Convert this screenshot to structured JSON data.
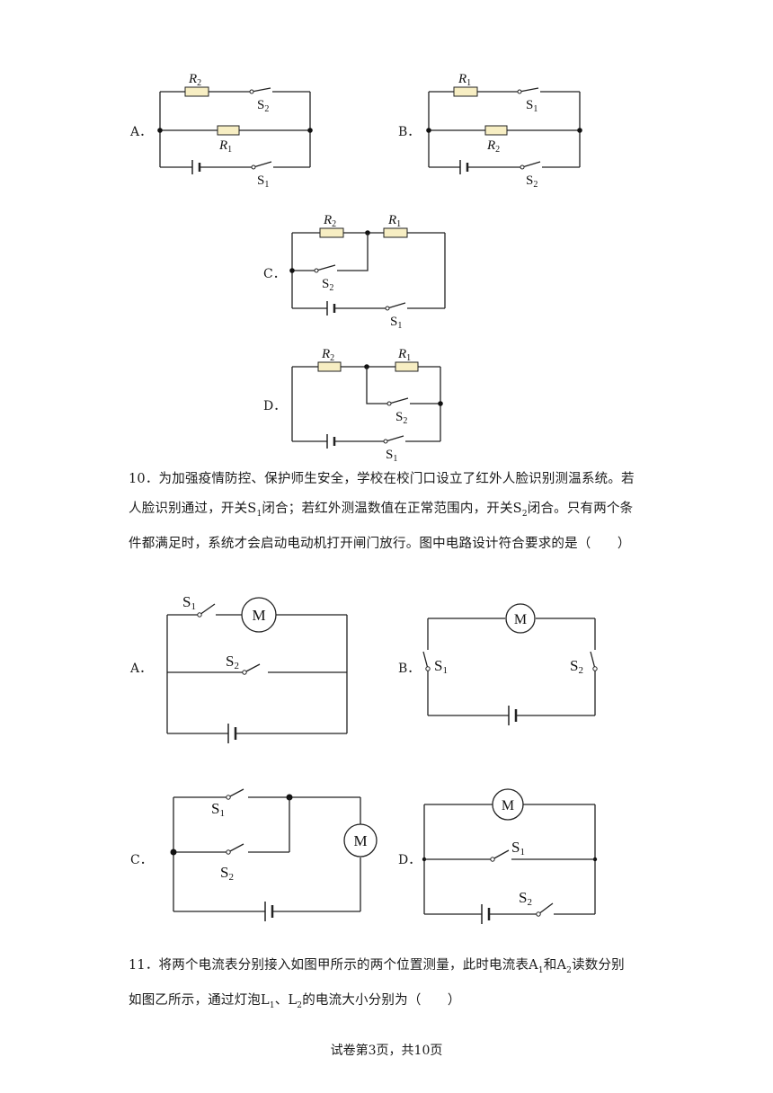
{
  "q9_options": {
    "A": {
      "label": "A．",
      "r_top": "R",
      "r_top_sub": "2",
      "r_mid": "R",
      "r_mid_sub": "1",
      "s_top": "S",
      "s_top_sub": "2",
      "s_bot": "S",
      "s_bot_sub": "1"
    },
    "B": {
      "label": "B．",
      "r_top": "R",
      "r_top_sub": "1",
      "r_mid": "R",
      "r_mid_sub": "2",
      "s_top": "S",
      "s_top_sub": "1",
      "s_bot": "S",
      "s_bot_sub": "2"
    },
    "C": {
      "label": "C．",
      "r_left": "R",
      "r_left_sub": "2",
      "r_right": "R",
      "r_right_sub": "1",
      "s_mid": "S",
      "s_mid_sub": "2",
      "s_bot": "S",
      "s_bot_sub": "1"
    },
    "D": {
      "label": "D．",
      "r_left": "R",
      "r_left_sub": "2",
      "r_right": "R",
      "r_right_sub": "1",
      "s_mid": "S",
      "s_mid_sub": "2",
      "s_bot": "S",
      "s_bot_sub": "1"
    }
  },
  "q10": {
    "line1": "10．为加强疫情防控、保护师生安全，学校在校门口设立了红外人脸识别测温系统。若",
    "line2_a": "人脸识别通过，开关S",
    "line2_sub1": "1",
    "line2_b": "闭合；若红外测温数值在正常范围内，开关S",
    "line2_sub2": "2",
    "line2_c": "闭合。只有两个条",
    "line3": "件都满足时，系统才会启动电动机打开闸门放行。图中电路设计符合要求的是（　　）",
    "options": {
      "A": {
        "label": "A．",
        "motor": "M",
        "s1": "S",
        "s1_sub": "1",
        "s2": "S",
        "s2_sub": "2"
      },
      "B": {
        "label": "B．",
        "motor": "M",
        "s1": "S",
        "s1_sub": "1",
        "s2": "S",
        "s2_sub": "2"
      },
      "C": {
        "label": "C．",
        "motor": "M",
        "s1": "S",
        "s1_sub": "1",
        "s2": "S",
        "s2_sub": "2"
      },
      "D": {
        "label": "D．",
        "motor": "M",
        "s1": "S",
        "s1_sub": "1",
        "s2": "S",
        "s2_sub": "2"
      }
    }
  },
  "q11": {
    "line1_a": "11．将两个电流表分别接入如图甲所示的两个位置测量，此时电流表A",
    "line1_sub1": "1",
    "line1_b": "和A",
    "line1_sub2": "2",
    "line1_c": "读数分别",
    "line2_a": "如图乙所示，通过灯泡L",
    "line2_sub1": "1",
    "line2_b": "、L",
    "line2_sub2": "2",
    "line2_c": "的电流大小分别为（　　）"
  },
  "footer": "试卷第3页，共10页"
}
